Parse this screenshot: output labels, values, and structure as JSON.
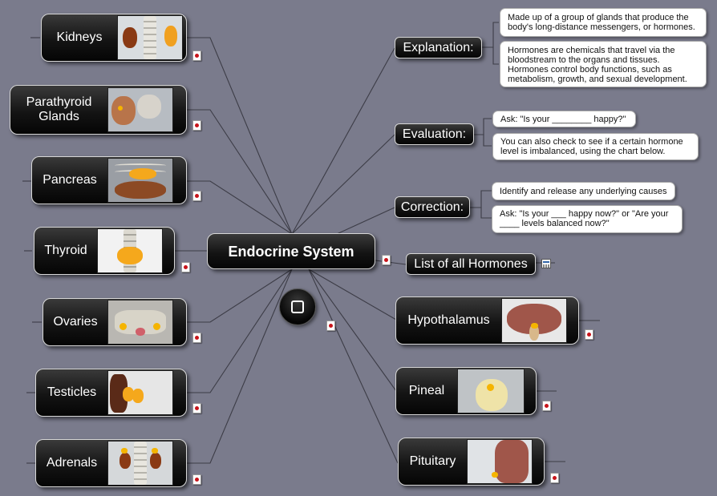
{
  "central_topic": "Endocrine System",
  "left_topics": [
    {
      "label": "Kidneys"
    },
    {
      "label": "Parathyroid Glands"
    },
    {
      "label": "Pancreas"
    },
    {
      "label": "Thyroid"
    },
    {
      "label": "Ovaries"
    },
    {
      "label": "Testicles"
    },
    {
      "label": "Adrenals"
    }
  ],
  "right_topics": {
    "explanation": {
      "label": "Explanation:",
      "notes": [
        "Made up of a group of glands that produce the body's long-distance messengers, or hormones.",
        "Hormones are chemicals that travel via the bloodstream to the organs and tissues. Hormones control body functions, such as metabolism, growth, and sexual development."
      ]
    },
    "evaluation": {
      "label": "Evaluation:",
      "notes": [
        "Ask: \"Is your ________ happy?\"",
        "You can also check to see if a certain hormone level is imbalanced, using the chart below."
      ]
    },
    "correction": {
      "label": "Correction:",
      "notes": [
        "Identify and release any underlying causes",
        "Ask: \"Is your ___ happy now?\" or \"Are your ____ levels balanced now?\""
      ]
    },
    "list_all": {
      "label": "List of all Hormones"
    },
    "glands": [
      {
        "label": "Hypothalamus"
      },
      {
        "label": "Pineal"
      },
      {
        "label": "Pituitary"
      }
    ]
  },
  "icons": {
    "attachment": "pdf-attachment-icon",
    "spreadsheet": "spreadsheet-icon",
    "collapse": "collapse-square-icon"
  },
  "colors": {
    "background": "#7a7b8c",
    "node_fill": "#111111",
    "node_border": "#d8d8d8",
    "link_line": "#3a3a44",
    "highlight": "#f5b400"
  }
}
